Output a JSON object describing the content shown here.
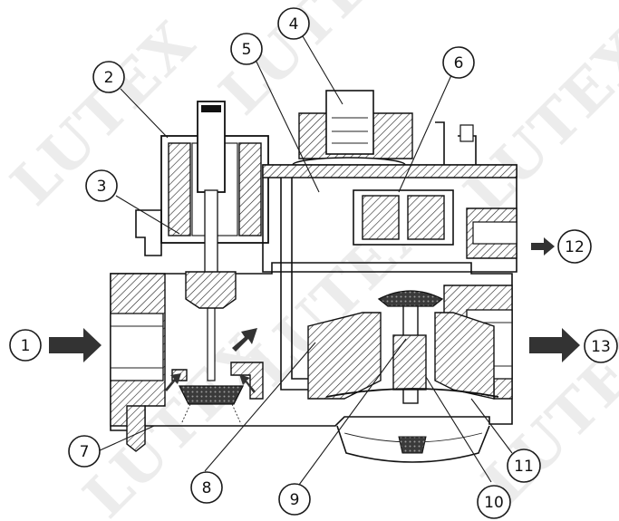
{
  "watermark": {
    "text": "LUTEX"
  },
  "callouts": [
    {
      "id": "1",
      "label": "1"
    },
    {
      "id": "2",
      "label": "2"
    },
    {
      "id": "3",
      "label": "3"
    },
    {
      "id": "4",
      "label": "4"
    },
    {
      "id": "5",
      "label": "5"
    },
    {
      "id": "6",
      "label": "6"
    },
    {
      "id": "7",
      "label": "7"
    },
    {
      "id": "8",
      "label": "8"
    },
    {
      "id": "9",
      "label": "9"
    },
    {
      "id": "10",
      "label": "10"
    },
    {
      "id": "11",
      "label": "11"
    },
    {
      "id": "12",
      "label": "12"
    },
    {
      "id": "13",
      "label": "13"
    }
  ],
  "colors": {
    "line": "#111111",
    "watermark": "#ececec",
    "arrow": "#333333"
  }
}
